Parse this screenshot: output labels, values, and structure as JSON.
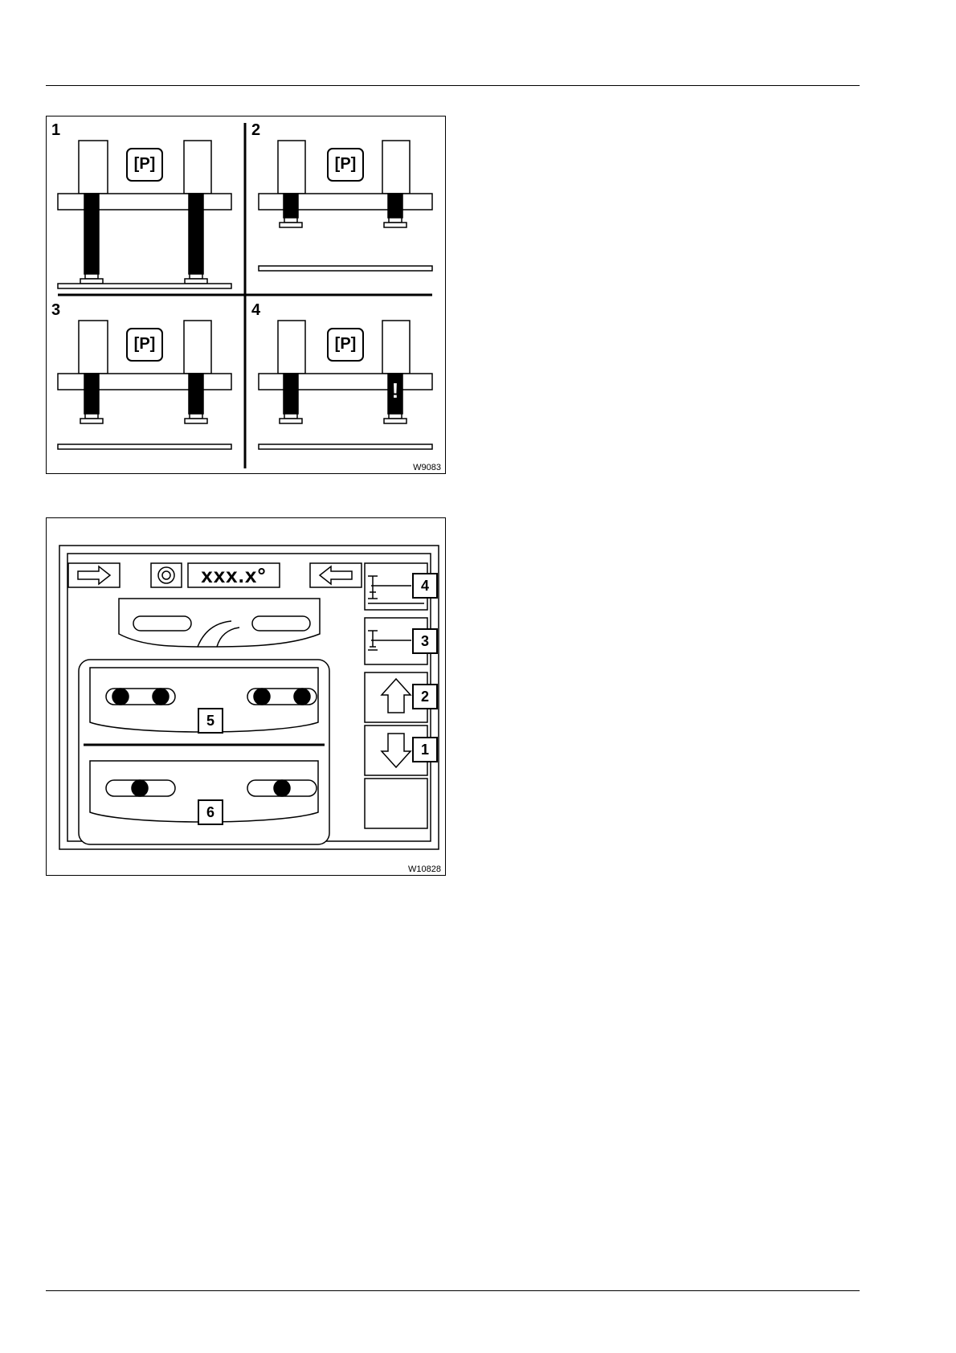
{
  "figure1": {
    "code": "W9083",
    "panels": [
      {
        "number": "1",
        "parking_symbol": "[P]"
      },
      {
        "number": "2",
        "parking_symbol": "[P]"
      },
      {
        "number": "3",
        "parking_symbol": "[P]"
      },
      {
        "number": "4",
        "parking_symbol": "[P]",
        "warning_symbol": "!"
      }
    ]
  },
  "figure2": {
    "code": "W10828",
    "angle_readout": "xxx.x°",
    "callouts": [
      "1",
      "2",
      "3",
      "4",
      "5",
      "6"
    ]
  }
}
